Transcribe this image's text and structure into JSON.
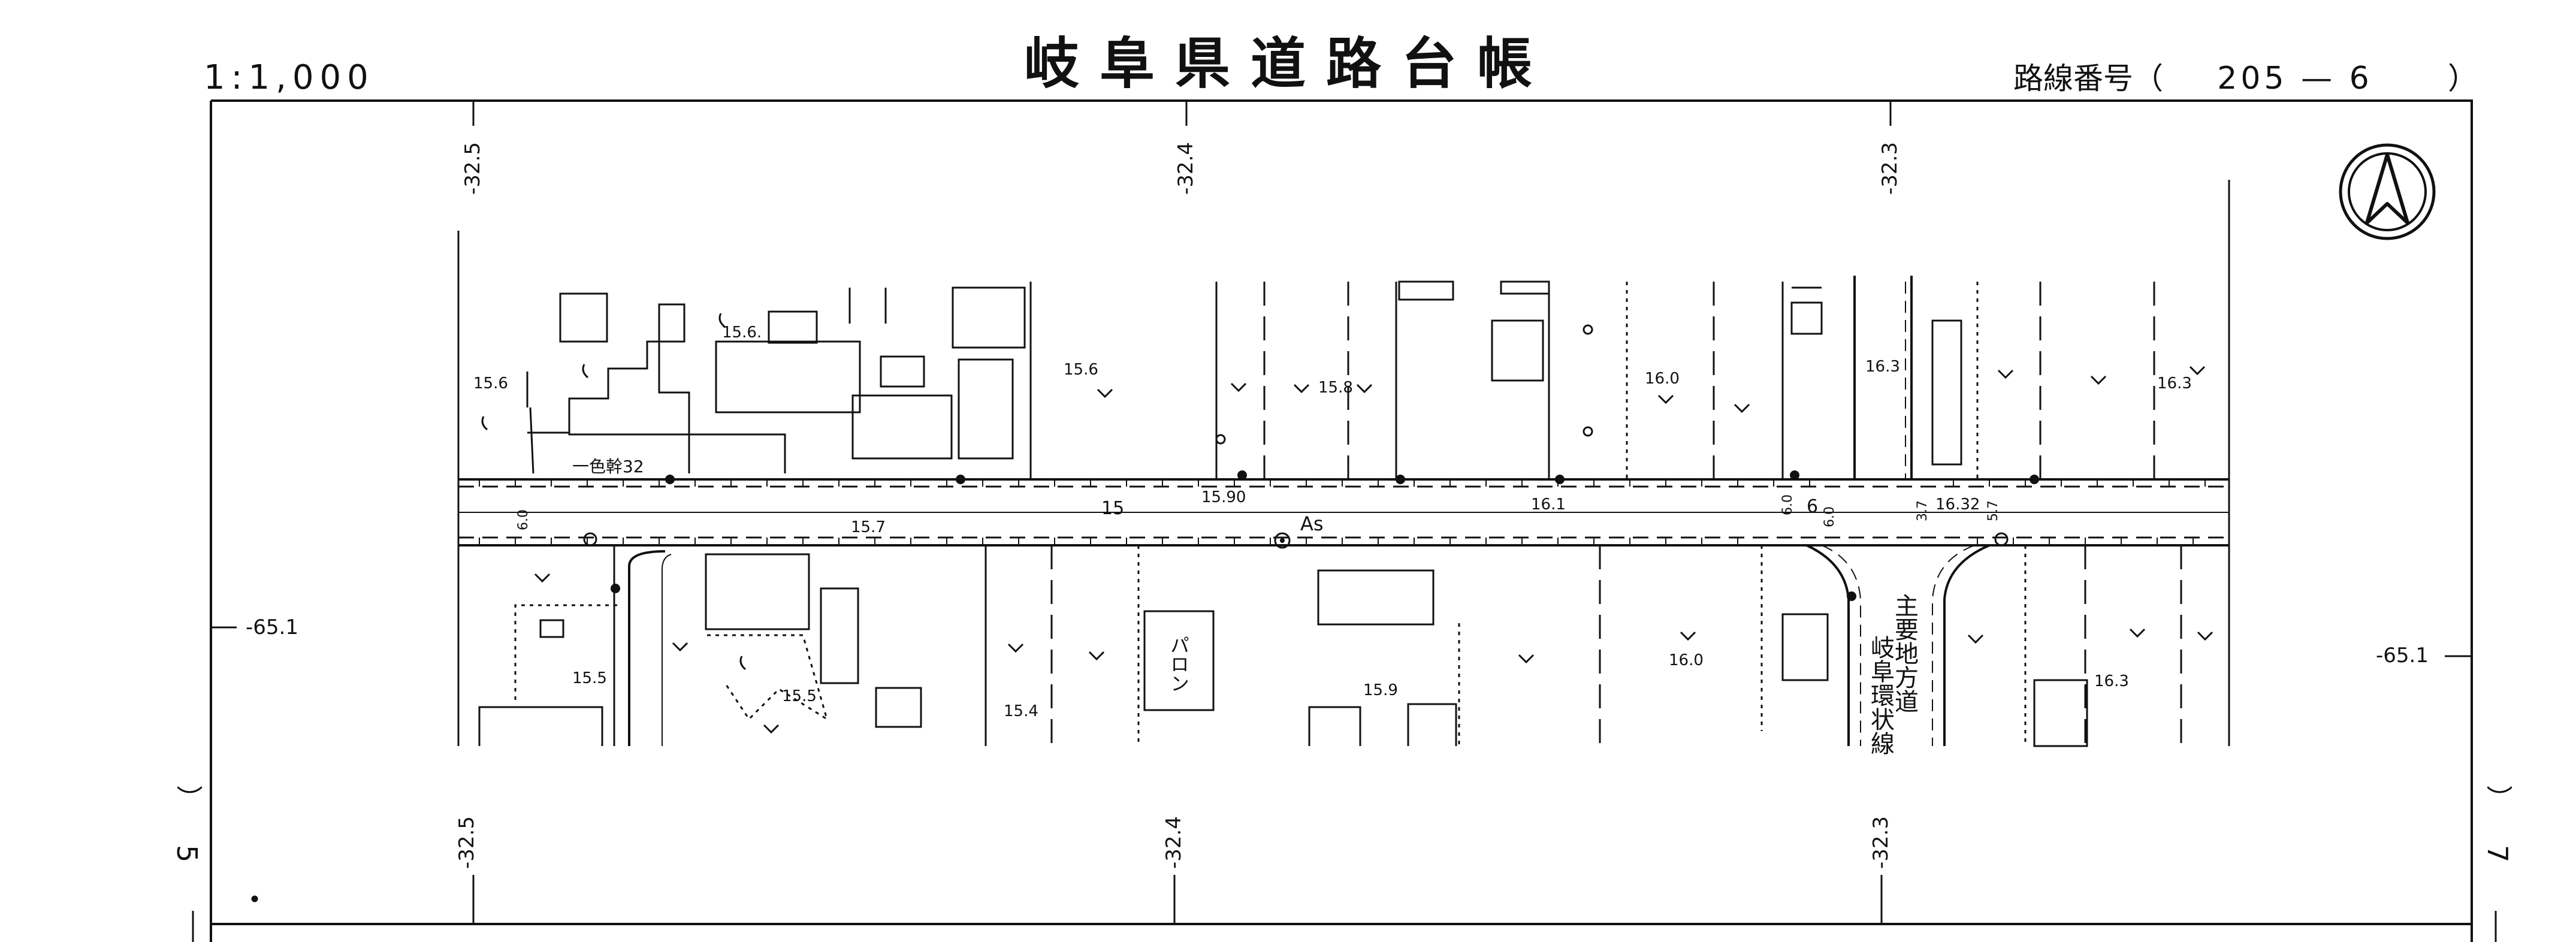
{
  "header": {
    "scale": "1:1,000",
    "title": "岐阜県道路台帳",
    "route_label": "路線番号（",
    "route_number": "205 — 6",
    "route_close": "）"
  },
  "grid": {
    "top_labels": [
      "-32.5",
      "-32.4",
      "-32.3"
    ],
    "bottom_labels": [
      "-32.5",
      "-32.4",
      "-32.3"
    ],
    "left_label": "-65.1",
    "right_label": "-65.1",
    "left_sheet_ref": "5",
    "right_sheet_ref": "7",
    "paren_open": "）",
    "paren_close": "）"
  },
  "map_labels": {
    "elevations": [
      "15.6",
      "15.6.",
      "15.6",
      "15.8",
      "16.0",
      "16.3",
      "16.3",
      "15.5",
      "15.5",
      "15.4",
      "15.9",
      "16.0",
      "16.3",
      "15.7",
      "15.90",
      "16.1",
      "16.32"
    ],
    "pavement": "As",
    "station_15": "15",
    "station_6": "6",
    "widths": [
      "6.0",
      "6.0",
      "6.0",
      "3.7",
      "5.7"
    ],
    "benchmark": "一色幹32",
    "building_name": "パロン",
    "crossroad_line1": "主要地方道",
    "crossroad_line2": "岐阜環状線"
  },
  "colors": {
    "ink": "#111111",
    "paper": "#ffffff"
  },
  "icons": {
    "north": "north-arrow-icon"
  }
}
